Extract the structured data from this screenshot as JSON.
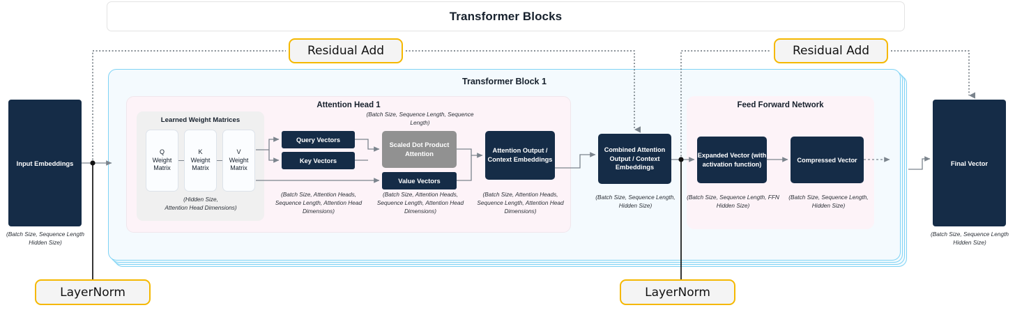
{
  "header": {
    "title": "Transformer Blocks"
  },
  "block": {
    "title": "Transformer Block 1",
    "attention_head": {
      "title": "Attention Head 1",
      "learned_weight_matrices": {
        "title": "Learned Weight Matrices",
        "matrices": [
          {
            "label": "Q\nWeight\nMatrix"
          },
          {
            "label": "K\nWeight\nMatrix"
          },
          {
            "label": "V\nWeight\nMatrix"
          }
        ],
        "caption": "(Hidden Size,\nAttention Head Dimensions)"
      },
      "query_vectors": "Query Vectors",
      "key_vectors": "Key Vectors",
      "value_vectors": "Value Vectors",
      "scaled_dot_product_attention": "Scaled Dot Product Attention",
      "attention_output": "Attention Output /\nContext Embeddings",
      "captions": {
        "attn_weights": "(Batch Size, Sequence Length, Sequence Length)",
        "qkv": "(Batch Size, Attention Heads, Sequence Length, Attention Head Dimensions)",
        "value": "(Batch Size, Attention Heads, Sequence Length, Attention Head Dimensions)",
        "attn_output": "(Batch Size, Attention Heads, Sequence Length, Attention Head Dimensions)"
      }
    },
    "combined_attention": "Combined Attention Output / Context Embeddings",
    "combined_attention_caption": "(Batch Size, Sequence Length, Hidden Size)",
    "feed_forward_network": {
      "title": "Feed Forward Network",
      "expanded_vector": "Expanded Vector (with activation function)",
      "expanded_vector_caption": "(Batch Size, Sequence Length, FFN Hidden Size)",
      "compressed_vector": "Compressed Vector",
      "compressed_vector_caption": "(Batch Size, Sequence Length, Hidden Size)"
    }
  },
  "io": {
    "input_embeddings": "Input Embeddings",
    "input_caption": "(Batch Size, Sequence Length Hidden Size)",
    "final_vector": "Final Vector",
    "final_caption": "(Batch Size, Sequence Length Hidden Size)"
  },
  "ops": {
    "residual_add_1": "Residual Add",
    "residual_add_2": "Residual Add",
    "layernorm_1": "LayerNorm",
    "layernorm_2": "LayerNorm"
  },
  "colors": {
    "navy": "#152c47",
    "gray_box": "#919191",
    "accent_yellow": "#f5b800",
    "block_border": "#7fd3f5",
    "block_fill": "#f4fafe",
    "panel_pink": "#fdf3f8",
    "panel_gray": "#f0f0f0",
    "wire": "#7b848d"
  }
}
